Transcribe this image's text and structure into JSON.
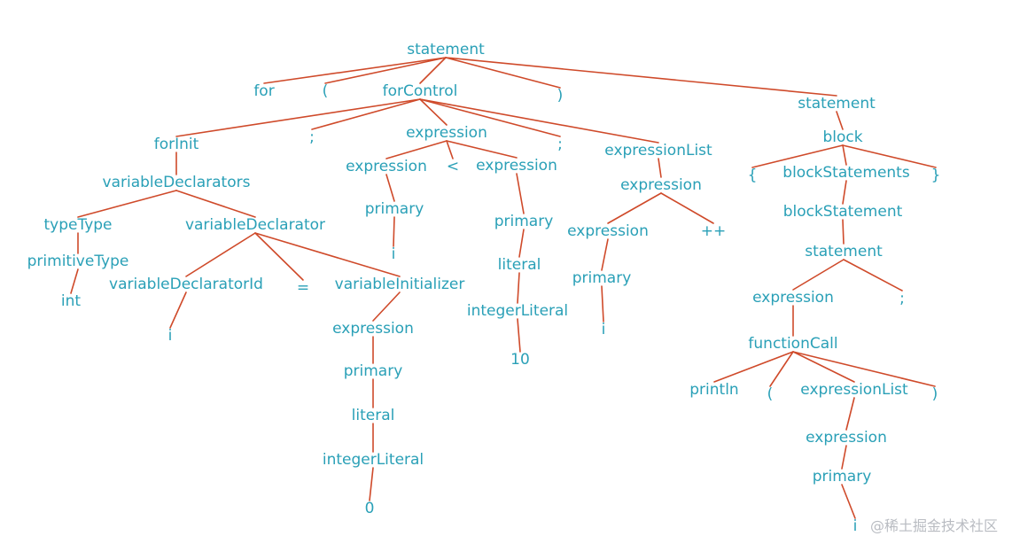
{
  "diagram": {
    "type": "parse-tree",
    "colors": {
      "node_text": "#2aa0b7",
      "edge": "#cf4a2a",
      "background": "#ffffff"
    },
    "nodes": [
      {
        "id": "n0",
        "label": "statement"
      },
      {
        "id": "n1",
        "label": "for"
      },
      {
        "id": "n2",
        "label": "("
      },
      {
        "id": "n3",
        "label": "forControl"
      },
      {
        "id": "n4",
        "label": ")"
      },
      {
        "id": "n5",
        "label": "statement"
      },
      {
        "id": "n6",
        "label": "forInit"
      },
      {
        "id": "n7",
        "label": ";"
      },
      {
        "id": "n8",
        "label": "expression"
      },
      {
        "id": "n9",
        "label": ";"
      },
      {
        "id": "n10",
        "label": "expressionList"
      },
      {
        "id": "n11",
        "label": "variableDeclarators"
      },
      {
        "id": "n12",
        "label": "typeType"
      },
      {
        "id": "n13",
        "label": "variableDeclarator"
      },
      {
        "id": "n14",
        "label": "primitiveType"
      },
      {
        "id": "n15",
        "label": "int"
      },
      {
        "id": "n16",
        "label": "variableDeclaratorId"
      },
      {
        "id": "n17",
        "label": "="
      },
      {
        "id": "n18",
        "label": "variableInitializer"
      },
      {
        "id": "n19",
        "label": "i"
      },
      {
        "id": "n20",
        "label": "expression"
      },
      {
        "id": "n21",
        "label": "primary"
      },
      {
        "id": "n22",
        "label": "literal"
      },
      {
        "id": "n23",
        "label": "integerLiteral"
      },
      {
        "id": "n24",
        "label": "0"
      },
      {
        "id": "n25",
        "label": "expression"
      },
      {
        "id": "n26",
        "label": "<"
      },
      {
        "id": "n27",
        "label": "expression"
      },
      {
        "id": "n28",
        "label": "primary"
      },
      {
        "id": "n29",
        "label": "i"
      },
      {
        "id": "n30",
        "label": "primary"
      },
      {
        "id": "n31",
        "label": "literal"
      },
      {
        "id": "n32",
        "label": "integerLiteral"
      },
      {
        "id": "n33",
        "label": "10"
      },
      {
        "id": "n34",
        "label": "expression"
      },
      {
        "id": "n35",
        "label": "expression"
      },
      {
        "id": "n36",
        "label": "++"
      },
      {
        "id": "n37",
        "label": "primary"
      },
      {
        "id": "n38",
        "label": "i"
      },
      {
        "id": "n39",
        "label": "block"
      },
      {
        "id": "n40",
        "label": "{"
      },
      {
        "id": "n41",
        "label": "blockStatements"
      },
      {
        "id": "n42",
        "label": "}"
      },
      {
        "id": "n43",
        "label": "blockStatement"
      },
      {
        "id": "n44",
        "label": "statement"
      },
      {
        "id": "n45",
        "label": "expression"
      },
      {
        "id": "n46",
        "label": ";"
      },
      {
        "id": "n47",
        "label": "functionCall"
      },
      {
        "id": "n48",
        "label": "println"
      },
      {
        "id": "n49",
        "label": "("
      },
      {
        "id": "n50",
        "label": "expressionList"
      },
      {
        "id": "n51",
        "label": ")"
      },
      {
        "id": "n52",
        "label": "expression"
      },
      {
        "id": "n53",
        "label": "primary"
      },
      {
        "id": "n54",
        "label": "i"
      }
    ],
    "edges": [
      [
        "n0",
        "n1"
      ],
      [
        "n0",
        "n2"
      ],
      [
        "n0",
        "n3"
      ],
      [
        "n0",
        "n4"
      ],
      [
        "n0",
        "n5"
      ],
      [
        "n3",
        "n6"
      ],
      [
        "n3",
        "n7"
      ],
      [
        "n3",
        "n8"
      ],
      [
        "n3",
        "n9"
      ],
      [
        "n3",
        "n10"
      ],
      [
        "n6",
        "n11"
      ],
      [
        "n11",
        "n12"
      ],
      [
        "n11",
        "n13"
      ],
      [
        "n12",
        "n14"
      ],
      [
        "n14",
        "n15"
      ],
      [
        "n13",
        "n16"
      ],
      [
        "n13",
        "n17"
      ],
      [
        "n13",
        "n18"
      ],
      [
        "n16",
        "n19"
      ],
      [
        "n18",
        "n20"
      ],
      [
        "n20",
        "n21"
      ],
      [
        "n21",
        "n22"
      ],
      [
        "n22",
        "n23"
      ],
      [
        "n23",
        "n24"
      ],
      [
        "n8",
        "n25"
      ],
      [
        "n8",
        "n26"
      ],
      [
        "n8",
        "n27"
      ],
      [
        "n25",
        "n28"
      ],
      [
        "n28",
        "n29"
      ],
      [
        "n27",
        "n30"
      ],
      [
        "n30",
        "n31"
      ],
      [
        "n31",
        "n32"
      ],
      [
        "n32",
        "n33"
      ],
      [
        "n10",
        "n34"
      ],
      [
        "n34",
        "n35"
      ],
      [
        "n34",
        "n36"
      ],
      [
        "n35",
        "n37"
      ],
      [
        "n37",
        "n38"
      ],
      [
        "n5",
        "n39"
      ],
      [
        "n39",
        "n40"
      ],
      [
        "n39",
        "n41"
      ],
      [
        "n39",
        "n42"
      ],
      [
        "n41",
        "n43"
      ],
      [
        "n43",
        "n44"
      ],
      [
        "n44",
        "n45"
      ],
      [
        "n44",
        "n46"
      ],
      [
        "n45",
        "n47"
      ],
      [
        "n47",
        "n48"
      ],
      [
        "n47",
        "n49"
      ],
      [
        "n47",
        "n50"
      ],
      [
        "n47",
        "n51"
      ],
      [
        "n50",
        "n52"
      ],
      [
        "n52",
        "n53"
      ],
      [
        "n53",
        "n54"
      ]
    ]
  },
  "watermark": {
    "text": "@稀土掘金技术社区"
  }
}
